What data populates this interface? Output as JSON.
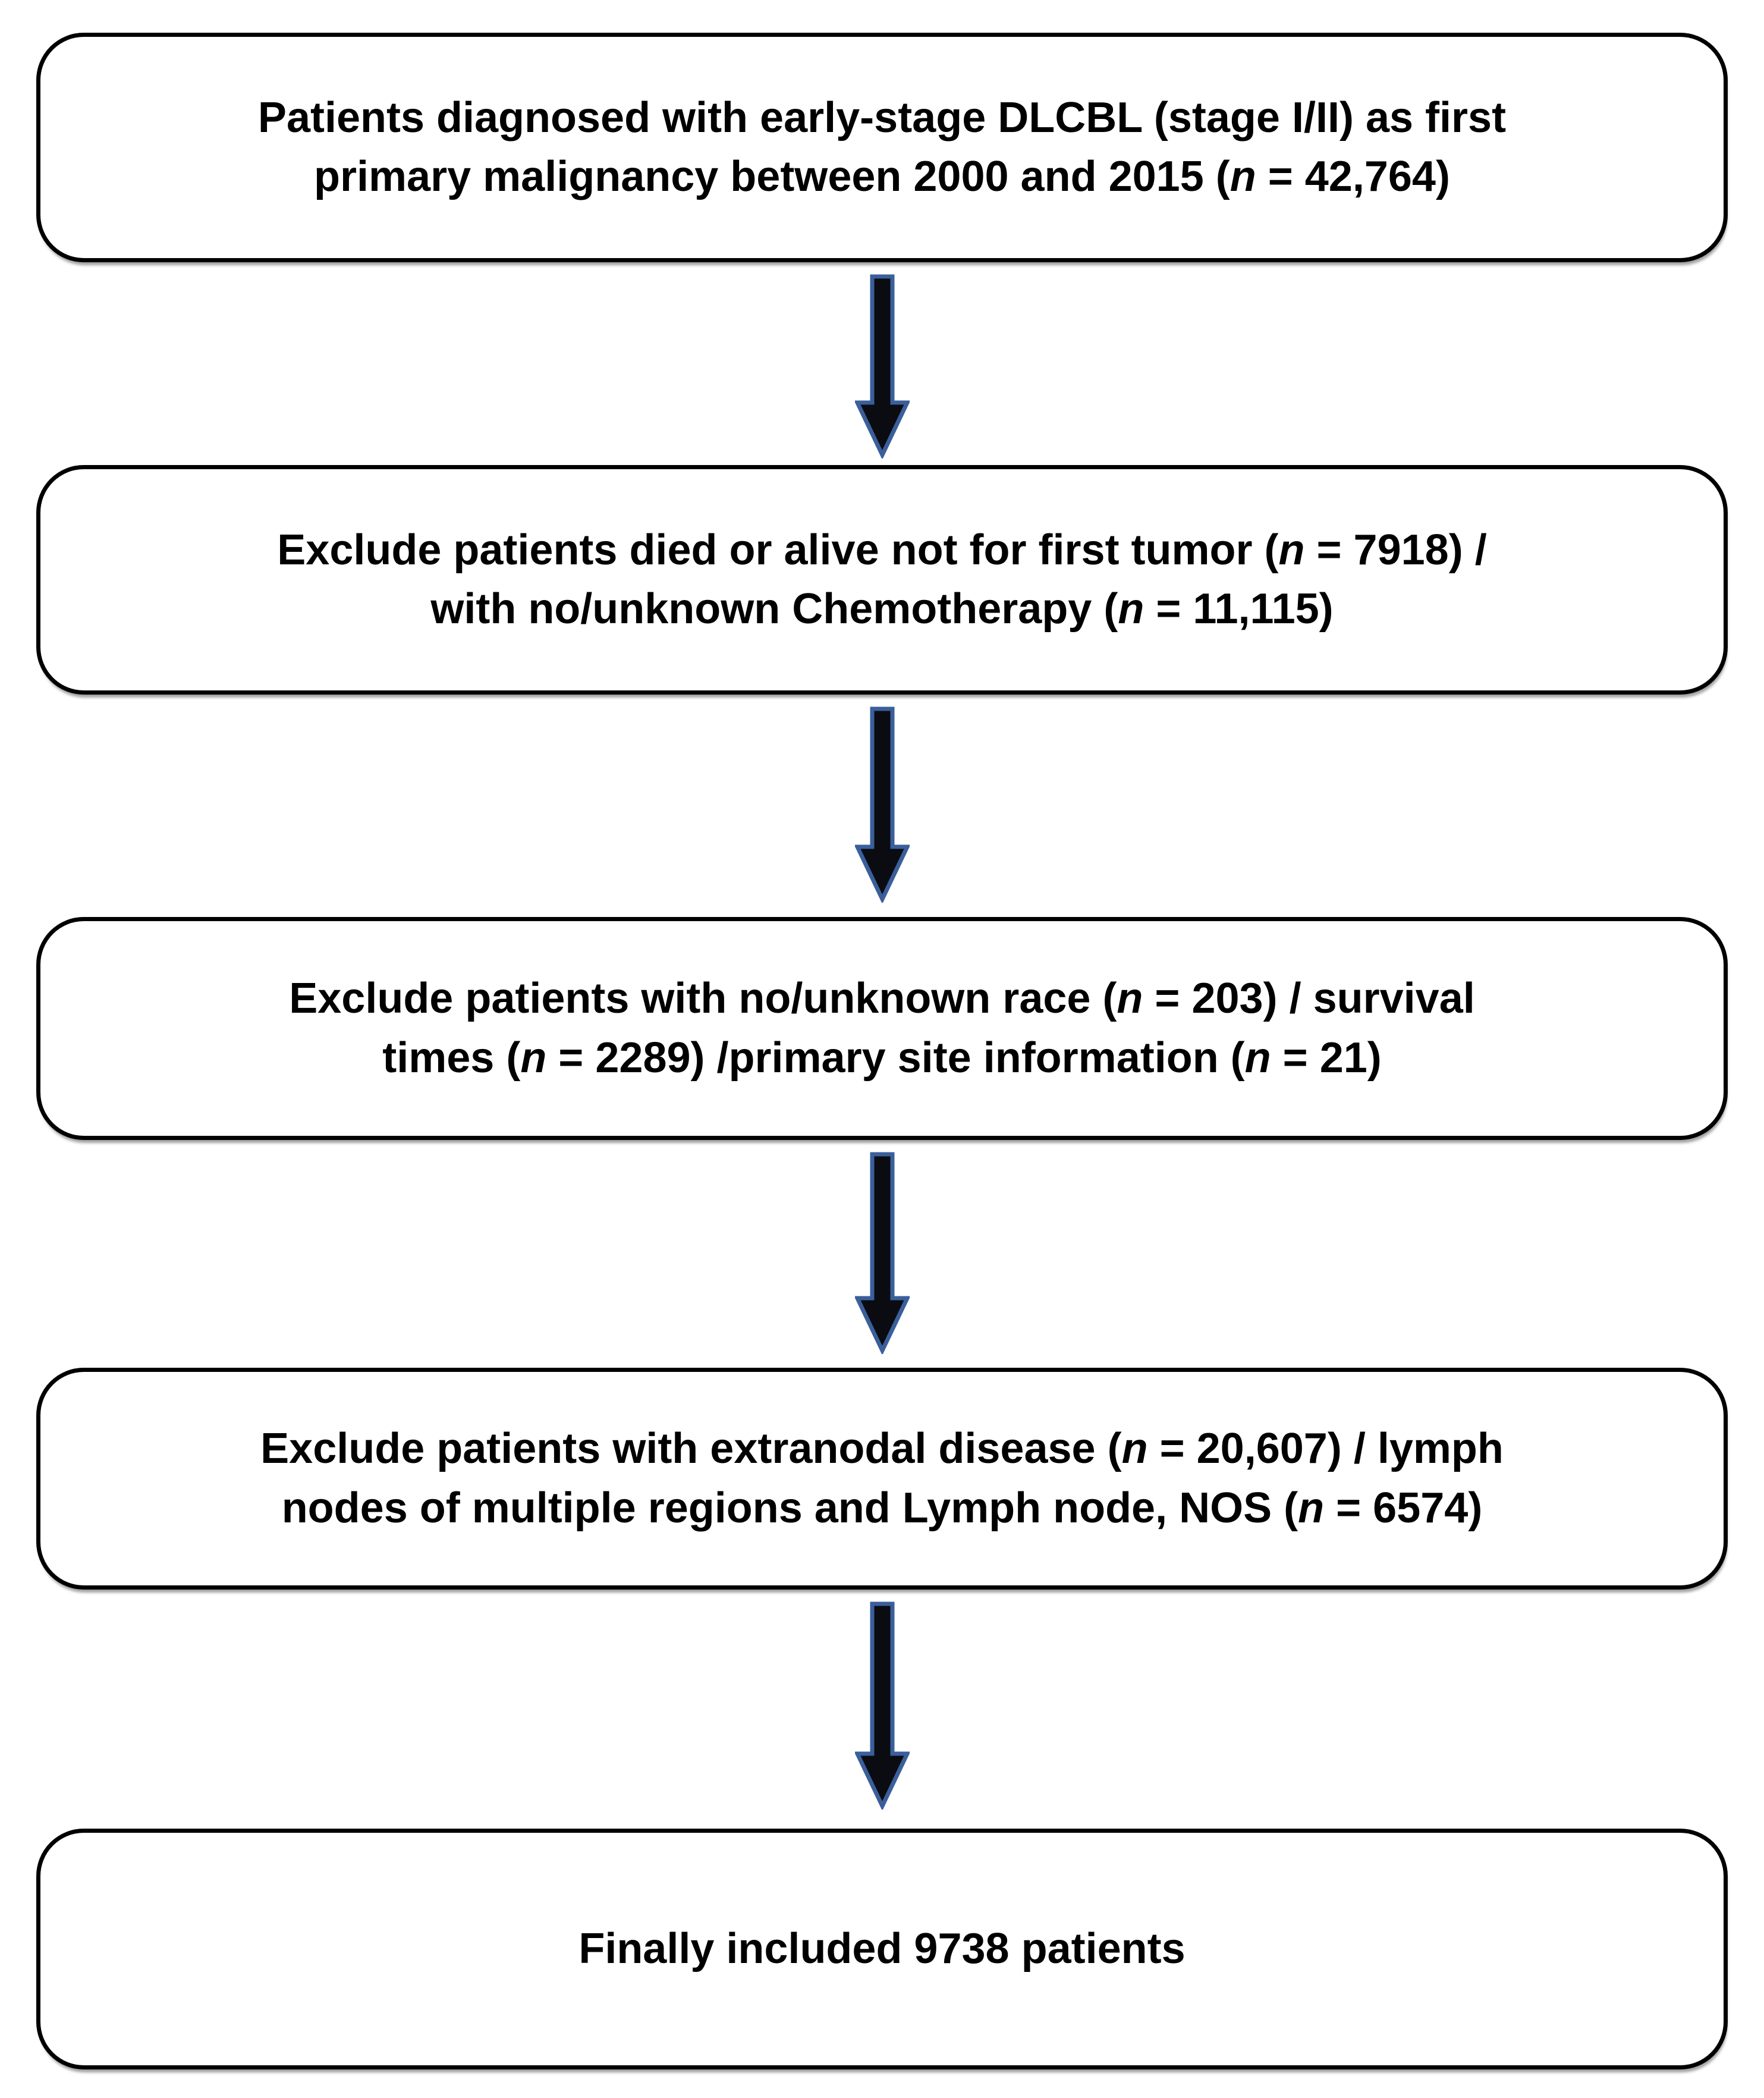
{
  "figure": {
    "type": "patient-selection-flowchart",
    "background_color": "#ffffff",
    "box_border_color": "#000000",
    "text_color": "#000000",
    "arrow_fill_color": "#0b0b12",
    "arrow_outline_color": "#3a5f9b",
    "boxes": [
      {
        "name": "initial-cohort",
        "lines": [
          [
            {
              "t": "Patients diagnosed with early-stage DLCBL (stage I/II) as first"
            }
          ],
          [
            {
              "t": "primary malignancy between 2000 and 2015 ("
            },
            {
              "t": "n",
              "i": true
            },
            {
              "t": " = 42,764)"
            }
          ]
        ]
      },
      {
        "name": "exclusion-step-1",
        "lines": [
          [
            {
              "t": "Exclude patients died or alive not for first tumor ("
            },
            {
              "t": "n",
              "i": true
            },
            {
              "t": " = 7918) /"
            }
          ],
          [
            {
              "t": "with no/unknown Chemotherapy ("
            },
            {
              "t": "n",
              "i": true
            },
            {
              "t": " = 11,115)"
            }
          ]
        ]
      },
      {
        "name": "exclusion-step-2",
        "lines": [
          [
            {
              "t": "Exclude patients with no/unknown race ("
            },
            {
              "t": "n",
              "i": true
            },
            {
              "t": " = 203) / survival"
            }
          ],
          [
            {
              "t": "times ("
            },
            {
              "t": "n",
              "i": true
            },
            {
              "t": " = 2289) /primary site information ("
            },
            {
              "t": "n",
              "i": true
            },
            {
              "t": " = 21)"
            }
          ]
        ]
      },
      {
        "name": "exclusion-step-3",
        "lines": [
          [
            {
              "t": "Exclude patients with extranodal disease ("
            },
            {
              "t": "n",
              "i": true
            },
            {
              "t": " = 20,607) / lymph"
            }
          ],
          [
            {
              "t": "nodes of multiple regions and Lymph node, NOS ("
            },
            {
              "t": "n",
              "i": true
            },
            {
              "t": " = 6574)"
            }
          ]
        ]
      },
      {
        "name": "final-cohort",
        "lines": [
          [
            {
              "t": "Finally included 9738 patients"
            }
          ]
        ]
      }
    ]
  }
}
